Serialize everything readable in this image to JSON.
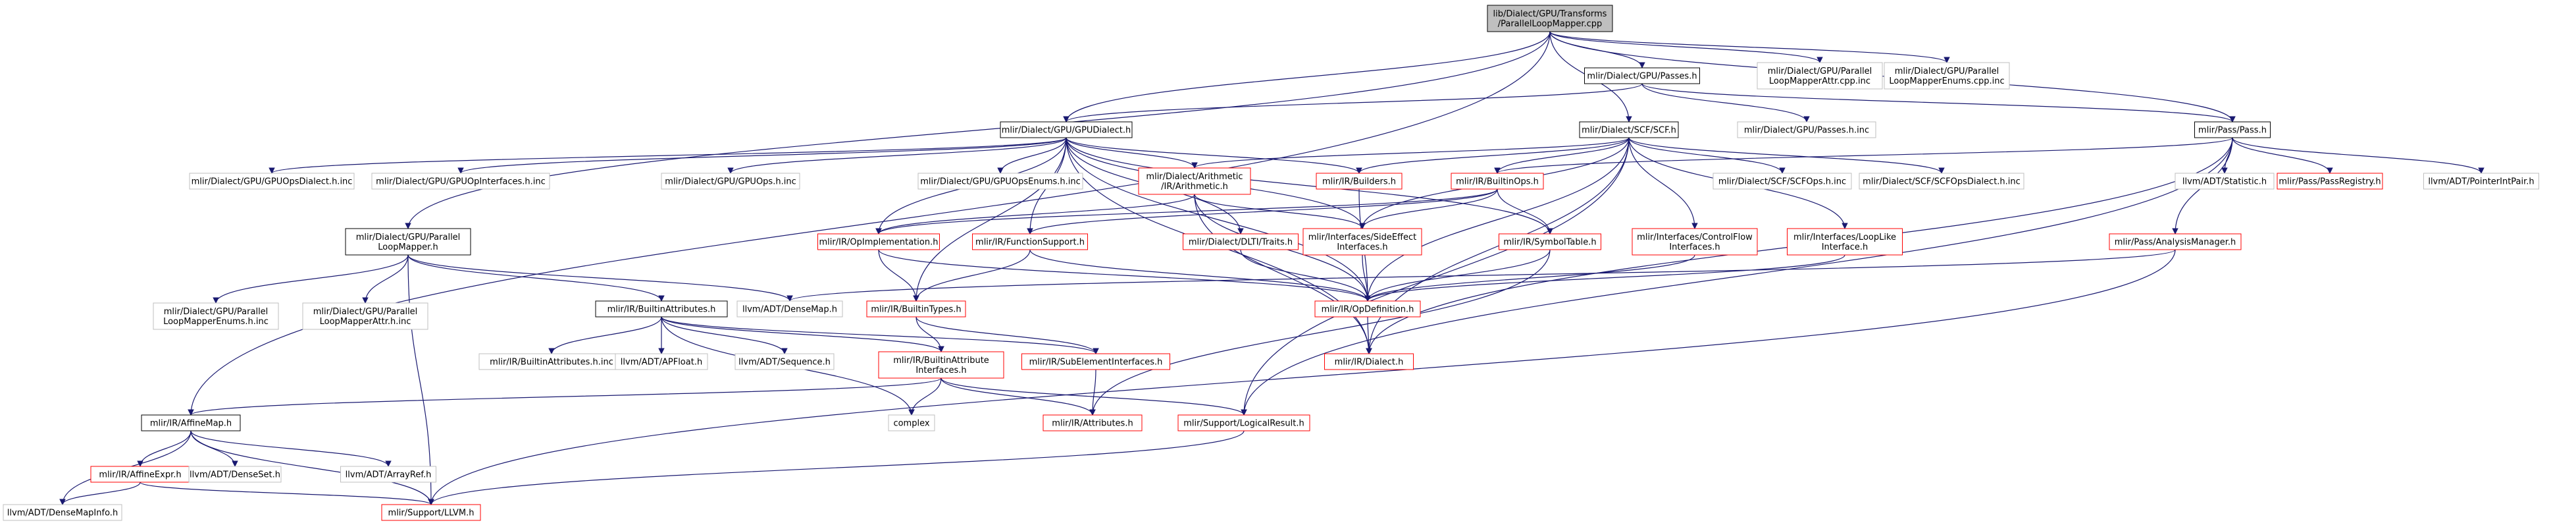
{
  "colors": {
    "edge": "#191970",
    "root_fill": "#bfbfbf",
    "border_doc": "#000000",
    "border_missing": "#bfbfbf",
    "border_red": "#ff0000",
    "text_black": "#000000"
  },
  "nodes": {
    "root": {
      "lines": [
        "lib/Dialect/GPU/Transforms",
        "/ParallelLoopMapper.cpp"
      ],
      "kind": "root"
    },
    "passes_h": {
      "lines": [
        "mlir/Dialect/GPU/Passes.h"
      ],
      "kind": "doc"
    },
    "gpu_attr_inc": {
      "lines": [
        "mlir/Dialect/GPU/Parallel",
        "LoopMapperAttr.cpp.inc"
      ],
      "kind": "missing"
    },
    "gpu_enums_inc": {
      "lines": [
        "mlir/Dialect/GPU/Parallel",
        "LoopMapperEnums.cpp.inc"
      ],
      "kind": "missing"
    },
    "gpu_dialect_h": {
      "lines": [
        "mlir/Dialect/GPU/GPUDialect.h"
      ],
      "kind": "doc"
    },
    "scf_h": {
      "lines": [
        "mlir/Dialect/SCF/SCF.h"
      ],
      "kind": "doc"
    },
    "passes_inc": {
      "lines": [
        "mlir/Dialect/GPU/Passes.h.inc"
      ],
      "kind": "missing"
    },
    "pass_h": {
      "lines": [
        "mlir/Pass/Pass.h"
      ],
      "kind": "doc"
    },
    "gpu_ops_dialect_inc": {
      "lines": [
        "mlir/Dialect/GPU/GPUOpsDialect.h.inc"
      ],
      "kind": "missing"
    },
    "gpu_op_interfaces_inc": {
      "lines": [
        "mlir/Dialect/GPU/GPUOpInterfaces.h.inc"
      ],
      "kind": "missing"
    },
    "gpu_ops_inc": {
      "lines": [
        "mlir/Dialect/GPU/GPUOps.h.inc"
      ],
      "kind": "missing"
    },
    "gpu_ops_enums_inc": {
      "lines": [
        "mlir/Dialect/GPU/GPUOpsEnums.h.inc"
      ],
      "kind": "missing"
    },
    "arith_h": {
      "lines": [
        "mlir/Dialect/Arithmetic",
        "/IR/Arithmetic.h"
      ],
      "kind": "red"
    },
    "builders_h": {
      "lines": [
        "mlir/IR/Builders.h"
      ],
      "kind": "red"
    },
    "builtin_ops_h": {
      "lines": [
        "mlir/IR/BuiltinOps.h"
      ],
      "kind": "red"
    },
    "scf_ops_inc": {
      "lines": [
        "mlir/Dialect/SCF/SCFOps.h.inc"
      ],
      "kind": "missing"
    },
    "scf_ops_dialect_inc": {
      "lines": [
        "mlir/Dialect/SCF/SCFOpsDialect.h.inc"
      ],
      "kind": "missing"
    },
    "statistic_h": {
      "lines": [
        "llvm/ADT/Statistic.h"
      ],
      "kind": "missing"
    },
    "pass_registry_h": {
      "lines": [
        "mlir/Pass/PassRegistry.h"
      ],
      "kind": "red"
    },
    "pointer_int_pair_h": {
      "lines": [
        "llvm/ADT/PointerIntPair.h"
      ],
      "kind": "missing"
    },
    "plm_h": {
      "lines": [
        "mlir/Dialect/GPU/Parallel",
        "LoopMapper.h"
      ],
      "kind": "doc"
    },
    "op_impl_h": {
      "lines": [
        "mlir/IR/OpImplementation.h"
      ],
      "kind": "red"
    },
    "function_support_h": {
      "lines": [
        "mlir/IR/FunctionSupport.h"
      ],
      "kind": "red"
    },
    "dlti_traits_h": {
      "lines": [
        "mlir/Dialect/DLTI/Traits.h"
      ],
      "kind": "red"
    },
    "side_effect_h": {
      "lines": [
        "mlir/Interfaces/SideEffect",
        "Interfaces.h"
      ],
      "kind": "red"
    },
    "symbol_table_h": {
      "lines": [
        "mlir/IR/SymbolTable.h"
      ],
      "kind": "red"
    },
    "control_flow_h": {
      "lines": [
        "mlir/Interfaces/ControlFlow",
        "Interfaces.h"
      ],
      "kind": "red"
    },
    "loop_like_h": {
      "lines": [
        "mlir/Interfaces/LoopLike",
        "Interface.h"
      ],
      "kind": "red"
    },
    "analysis_manager_h": {
      "lines": [
        "mlir/Pass/AnalysisManager.h"
      ],
      "kind": "red"
    },
    "plm_enums_inc": {
      "lines": [
        "mlir/Dialect/GPU/Parallel",
        "LoopMapperEnums.h.inc"
      ],
      "kind": "missing"
    },
    "plm_attr_inc": {
      "lines": [
        "mlir/Dialect/GPU/Parallel",
        "LoopMapperAttr.h.inc"
      ],
      "kind": "missing"
    },
    "builtin_attrs_h": {
      "lines": [
        "mlir/IR/BuiltinAttributes.h"
      ],
      "kind": "doc"
    },
    "dense_map_h": {
      "lines": [
        "llvm/ADT/DenseMap.h"
      ],
      "kind": "missing"
    },
    "builtin_types_h": {
      "lines": [
        "mlir/IR/BuiltinTypes.h"
      ],
      "kind": "red"
    },
    "op_definition_h": {
      "lines": [
        "mlir/IR/OpDefinition.h"
      ],
      "kind": "red"
    },
    "builtin_attrs_inc": {
      "lines": [
        "mlir/IR/BuiltinAttributes.h.inc"
      ],
      "kind": "missing"
    },
    "apfloat_h": {
      "lines": [
        "llvm/ADT/APFloat.h"
      ],
      "kind": "missing"
    },
    "sequence_h": {
      "lines": [
        "llvm/ADT/Sequence.h"
      ],
      "kind": "missing"
    },
    "builtin_attr_ifaces_h": {
      "lines": [
        "mlir/IR/BuiltinAttribute",
        "Interfaces.h"
      ],
      "kind": "red"
    },
    "sub_element_ifaces_h": {
      "lines": [
        "mlir/IR/SubElementInterfaces.h"
      ],
      "kind": "red"
    },
    "dialect_h": {
      "lines": [
        "mlir/IR/Dialect.h"
      ],
      "kind": "red"
    },
    "affine_map_h": {
      "lines": [
        "mlir/IR/AffineMap.h"
      ],
      "kind": "doc"
    },
    "complex": {
      "lines": [
        "complex"
      ],
      "kind": "missing"
    },
    "attributes_h": {
      "lines": [
        "mlir/IR/Attributes.h"
      ],
      "kind": "red"
    },
    "logical_result_h": {
      "lines": [
        "mlir/Support/LogicalResult.h"
      ],
      "kind": "red"
    },
    "affine_expr_h": {
      "lines": [
        "mlir/IR/AffineExpr.h"
      ],
      "kind": "red"
    },
    "dense_set_h": {
      "lines": [
        "llvm/ADT/DenseSet.h"
      ],
      "kind": "missing"
    },
    "array_ref_h": {
      "lines": [
        "llvm/ADT/ArrayRef.h"
      ],
      "kind": "missing"
    },
    "dense_map_info_h": {
      "lines": [
        "llvm/ADT/DenseMapInfo.h"
      ],
      "kind": "missing"
    },
    "llvm_h": {
      "lines": [
        "mlir/Support/LLVM.h"
      ],
      "kind": "red"
    }
  },
  "edges": [
    [
      "root",
      "passes_h"
    ],
    [
      "root",
      "gpu_attr_inc"
    ],
    [
      "root",
      "gpu_enums_inc"
    ],
    [
      "root",
      "gpu_dialect_h"
    ],
    [
      "root",
      "scf_h"
    ],
    [
      "root",
      "pass_h"
    ],
    [
      "root",
      "plm_h"
    ],
    [
      "root",
      "affine_map_h"
    ],
    [
      "passes_h",
      "gpu_dialect_h"
    ],
    [
      "passes_h",
      "passes_inc"
    ],
    [
      "passes_h",
      "pass_h"
    ],
    [
      "gpu_dialect_h",
      "gpu_ops_dialect_inc"
    ],
    [
      "gpu_dialect_h",
      "gpu_op_interfaces_inc"
    ],
    [
      "gpu_dialect_h",
      "gpu_ops_inc"
    ],
    [
      "gpu_dialect_h",
      "gpu_ops_enums_inc"
    ],
    [
      "gpu_dialect_h",
      "arith_h"
    ],
    [
      "gpu_dialect_h",
      "builders_h"
    ],
    [
      "gpu_dialect_h",
      "dlti_traits_h"
    ],
    [
      "gpu_dialect_h",
      "op_impl_h"
    ],
    [
      "gpu_dialect_h",
      "function_support_h"
    ],
    [
      "gpu_dialect_h",
      "side_effect_h"
    ],
    [
      "gpu_dialect_h",
      "symbol_table_h"
    ],
    [
      "gpu_dialect_h",
      "builtin_types_h"
    ],
    [
      "gpu_dialect_h",
      "op_definition_h"
    ],
    [
      "gpu_dialect_h",
      "dialect_h"
    ],
    [
      "scf_h",
      "arith_h"
    ],
    [
      "scf_h",
      "builders_h"
    ],
    [
      "scf_h",
      "builtin_ops_h"
    ],
    [
      "scf_h",
      "scf_ops_inc"
    ],
    [
      "scf_h",
      "scf_ops_dialect_inc"
    ],
    [
      "scf_h",
      "side_effect_h"
    ],
    [
      "scf_h",
      "control_flow_h"
    ],
    [
      "scf_h",
      "loop_like_h"
    ],
    [
      "scf_h",
      "op_definition_h"
    ],
    [
      "scf_h",
      "dialect_h"
    ],
    [
      "scf_h",
      "logical_result_h"
    ],
    [
      "pass_h",
      "builtin_ops_h"
    ],
    [
      "pass_h",
      "statistic_h"
    ],
    [
      "pass_h",
      "pass_registry_h"
    ],
    [
      "pass_h",
      "pointer_int_pair_h"
    ],
    [
      "pass_h",
      "analysis_manager_h"
    ],
    [
      "pass_h",
      "dialect_h"
    ],
    [
      "pass_h",
      "logical_result_h"
    ],
    [
      "arith_h",
      "op_impl_h"
    ],
    [
      "arith_h",
      "side_effect_h"
    ],
    [
      "arith_h",
      "op_definition_h"
    ],
    [
      "arith_h",
      "dialect_h"
    ],
    [
      "builtin_ops_h",
      "op_impl_h"
    ],
    [
      "builtin_ops_h",
      "function_support_h"
    ],
    [
      "builtin_ops_h",
      "side_effect_h"
    ],
    [
      "builtin_ops_h",
      "symbol_table_h"
    ],
    [
      "builders_h",
      "op_definition_h"
    ],
    [
      "plm_h",
      "plm_enums_inc"
    ],
    [
      "plm_h",
      "plm_attr_inc"
    ],
    [
      "plm_h",
      "builtin_attrs_h"
    ],
    [
      "plm_h",
      "dense_map_h"
    ],
    [
      "plm_h",
      "llvm_h"
    ],
    [
      "op_impl_h",
      "builtin_types_h"
    ],
    [
      "op_impl_h",
      "op_definition_h"
    ],
    [
      "function_support_h",
      "builtin_types_h"
    ],
    [
      "function_support_h",
      "op_definition_h"
    ],
    [
      "dlti_traits_h",
      "op_definition_h"
    ],
    [
      "side_effect_h",
      "op_definition_h"
    ],
    [
      "symbol_table_h",
      "op_definition_h"
    ],
    [
      "symbol_table_h",
      "attributes_h"
    ],
    [
      "control_flow_h",
      "op_definition_h"
    ],
    [
      "loop_like_h",
      "op_definition_h"
    ],
    [
      "analysis_manager_h",
      "dense_map_h"
    ],
    [
      "analysis_manager_h",
      "llvm_h"
    ],
    [
      "builtin_attrs_h",
      "builtin_attrs_inc"
    ],
    [
      "builtin_attrs_h",
      "apfloat_h"
    ],
    [
      "builtin_attrs_h",
      "sequence_h"
    ],
    [
      "builtin_attrs_h",
      "builtin_attr_ifaces_h"
    ],
    [
      "builtin_attrs_h",
      "sub_element_ifaces_h"
    ],
    [
      "builtin_attrs_h",
      "complex"
    ],
    [
      "builtin_types_h",
      "builtin_attr_ifaces_h"
    ],
    [
      "builtin_types_h",
      "sub_element_ifaces_h"
    ],
    [
      "op_definition_h",
      "dialect_h"
    ],
    [
      "builtin_attr_ifaces_h",
      "affine_map_h"
    ],
    [
      "builtin_attr_ifaces_h",
      "complex"
    ],
    [
      "builtin_attr_ifaces_h",
      "attributes_h"
    ],
    [
      "builtin_attr_ifaces_h",
      "logical_result_h"
    ],
    [
      "sub_element_ifaces_h",
      "attributes_h"
    ],
    [
      "affine_map_h",
      "affine_expr_h"
    ],
    [
      "affine_map_h",
      "dense_set_h"
    ],
    [
      "affine_map_h",
      "array_ref_h"
    ],
    [
      "affine_map_h",
      "dense_map_info_h"
    ],
    [
      "affine_map_h",
      "llvm_h"
    ],
    [
      "affine_expr_h",
      "dense_map_info_h"
    ],
    [
      "affine_expr_h",
      "llvm_h"
    ],
    [
      "logical_result_h",
      "llvm_h"
    ]
  ]
}
